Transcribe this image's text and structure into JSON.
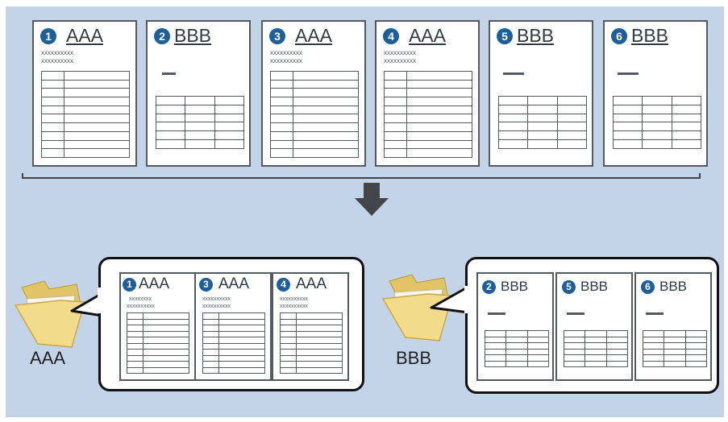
{
  "colors": {
    "background": "#c3d3e8",
    "badge": "#1f5f99",
    "arrow": "#434649",
    "folder": "#f2dc8c"
  },
  "source_pages": [
    {
      "number": "1",
      "title": "AAA",
      "detail_lines": [
        "xxxxxxxxxx",
        "xxxxxxxxxx"
      ],
      "type": "AAA"
    },
    {
      "number": "2",
      "title": "BBB",
      "type": "BBB"
    },
    {
      "number": "3",
      "title": "AAA",
      "detail_lines": [
        "xxxxxxxxxx",
        "xxxxxxxxxx"
      ],
      "type": "AAA"
    },
    {
      "number": "4",
      "title": "AAA",
      "detail_lines": [
        "xxxxxxxxxx",
        "xxxxxxxxxx"
      ],
      "type": "AAA"
    },
    {
      "number": "5",
      "title": "BBB",
      "type": "BBB"
    },
    {
      "number": "6",
      "title": "BBB",
      "type": "BBB"
    }
  ],
  "folders": [
    {
      "label": "AAA",
      "icon": "folder-icon",
      "pages": [
        {
          "number": "1",
          "title": "AAA",
          "detail_lines": [
            "xxxxxxxx",
            "xxxxxxxxxx"
          ]
        },
        {
          "number": "3",
          "title": "AAA",
          "detail_lines": [
            "xxxxxxxxxx",
            "xxxxxxxxxx"
          ]
        },
        {
          "number": "4",
          "title": "AAA",
          "detail_lines": [
            "xxxxxxxxxx",
            "xxxxxxxxxx"
          ]
        }
      ]
    },
    {
      "label": "BBB",
      "icon": "folder-icon",
      "pages": [
        {
          "number": "2",
          "title": "BBB"
        },
        {
          "number": "5",
          "title": "BBB"
        },
        {
          "number": "6",
          "title": "BBB"
        }
      ]
    }
  ]
}
